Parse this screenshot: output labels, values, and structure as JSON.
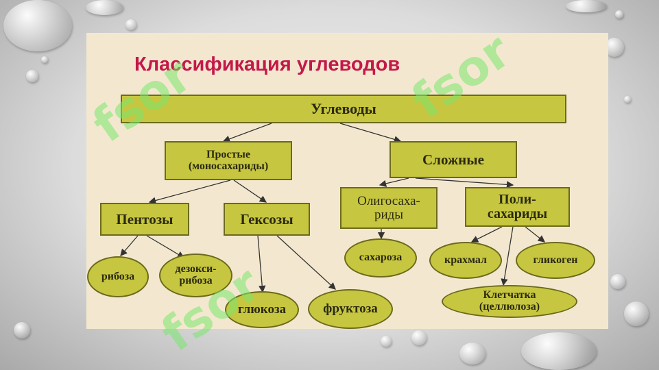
{
  "title": "Классификация углеводов",
  "watermark": "fsor",
  "colors": {
    "title": "#c4184a",
    "box_fill": "#c7c640",
    "box_border": "#6b6a1c",
    "slide_bg": "#f3e8cf"
  },
  "nodes": {
    "root": "Углеводы",
    "simple": [
      "Простые",
      "(моносахариды)"
    ],
    "complex": "Сложные",
    "pentoses": "Пентозы",
    "hexoses": "Гексозы",
    "oligo": [
      "Олигосаха-",
      "риды"
    ],
    "poly": [
      "Поли-",
      "сахариды"
    ],
    "ribose": "рибоза",
    "deoxyribose": [
      "дезокси-",
      "рибоза"
    ],
    "glucose": "глюкоза",
    "fructose": "фруктоза",
    "sucrose": "сахароза",
    "starch": "крахмал",
    "glycogen": "гликоген",
    "cellulose": [
      "Клетчатка",
      "(целлюлоза)"
    ]
  }
}
